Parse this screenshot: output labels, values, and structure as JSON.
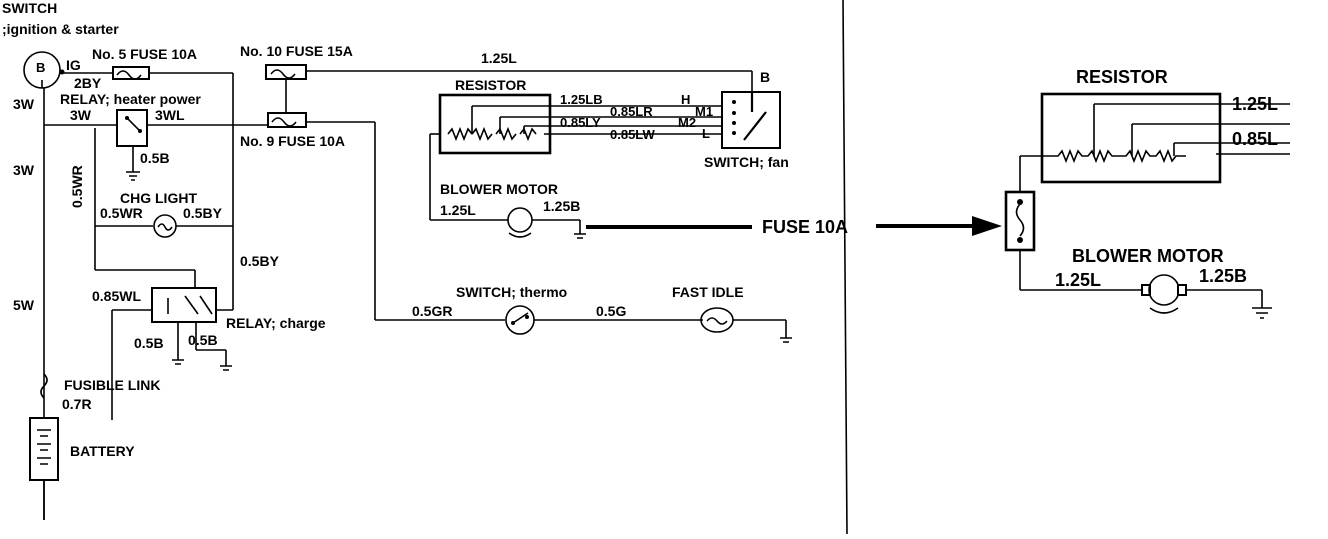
{
  "left": {
    "switch_title_1": "SWITCH",
    "switch_title_2": ";ignition & starter",
    "term_b": "B",
    "term_ig": "IG",
    "wire_2by": "2BY",
    "fuse5": "No. 5 FUSE 10A",
    "fuse10": "No. 10 FUSE 15A",
    "fuse9": "No. 9 FUSE 10A",
    "relay_heater": "RELAY; heater power",
    "wire_3w_a": "3W",
    "wire_3w_b": "3W",
    "wire_3w_c": "3W",
    "wire_3wl": "3WL",
    "wire_05b_a": "0.5B",
    "wire_05wr_v": "0.5WR",
    "chg_light": "CHG LIGHT",
    "wire_05wr": "0.5WR",
    "wire_05by": "0.5BY",
    "wire_05by_b": "0.5BY",
    "wire_085wl": "0.85WL",
    "relay_charge": "RELAY; charge",
    "wire_05b_b": "0.5B",
    "wire_05b_c": "0.5B",
    "wire_5w": "5W",
    "fusible_link": "FUSIBLE LINK",
    "wire_07r": "0.7R",
    "battery": "BATTERY",
    "wire_125l_top": "1.25L",
    "term_b2": "B",
    "resistor": "RESISTOR",
    "wire_125lb": "1.25LB",
    "wire_085lr": "0.85LR",
    "wire_085ly": "0.85LY",
    "wire_085lw": "0.85LW",
    "term_h": "H",
    "term_m1": "M1",
    "term_m2": "M2",
    "term_l": "L",
    "switch_fan": "SWITCH; fan",
    "blower_motor": "BLOWER MOTOR",
    "wire_125l": "1.25L",
    "wire_125b": "1.25B",
    "switch_thermo": "SWITCH; thermo",
    "fast_idle": "FAST IDLE",
    "wire_05gr": "0.5GR",
    "wire_05g": "0.5G"
  },
  "center": {
    "fuse_label": "FUSE 10A"
  },
  "right": {
    "resistor": "RESISTOR",
    "wire_125l_top": "1.25L",
    "wire_085l": "0.85L",
    "blower_motor": "BLOWER MOTOR",
    "wire_125l": "1.25L",
    "wire_125b": "1.25B"
  },
  "icons": [
    "battery-icon",
    "fuse-icon",
    "resistor-icon",
    "motor-icon",
    "ground-icon",
    "relay-icon",
    "lamp-icon",
    "switch-icon"
  ]
}
